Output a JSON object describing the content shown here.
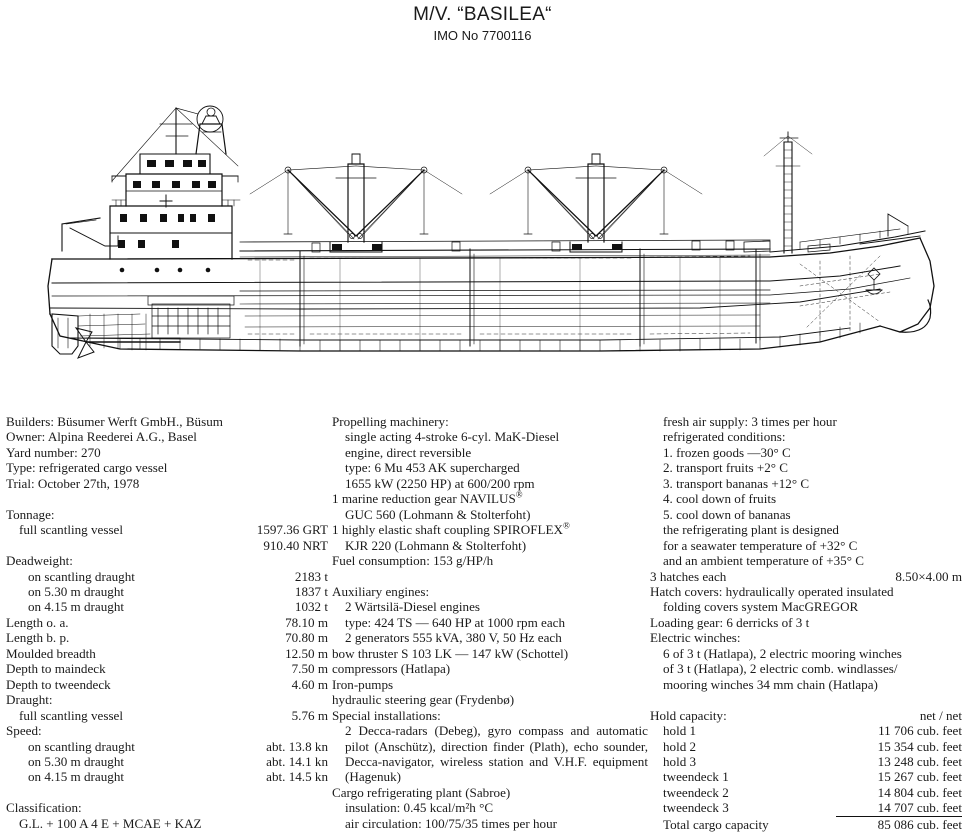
{
  "header": {
    "title": "M/V. “BASILEA“",
    "imo": "IMO No 7700116"
  },
  "drawing": {
    "name": "ship-profile-line-drawing",
    "description": "Side elevation general arrangement of refrigerated cargo vessel with superstructure aft, three cargo holds, two derrick masts, foremast and bulbous bow"
  },
  "left_column": {
    "builders": "Builders: Büsumer Werft GmbH., Büsum",
    "owner": "Owner: Alpina Reederei A.G., Basel",
    "yard_number": "Yard number: 270",
    "type": "Type: refrigerated cargo vessel",
    "trial": "Trial: October 27th, 1978",
    "tonnage_heading": "Tonnage:",
    "tonnage_rows": [
      {
        "label": "full scantling vessel",
        "value": "1597.36 GRT"
      },
      {
        "label": "",
        "value": "910.40 NRT"
      }
    ],
    "deadweight_heading": "Deadweight:",
    "deadweight_rows": [
      {
        "label": "on scantling draught",
        "value": "2183 t"
      },
      {
        "label": "on 5.30 m draught",
        "value": "1837 t"
      },
      {
        "label": "on 4.15 m draught",
        "value": "1032 t"
      }
    ],
    "dimension_rows": [
      {
        "label": "Length o. a.",
        "value": "78.10 m"
      },
      {
        "label": "Length b. p.",
        "value": "70.80 m"
      },
      {
        "label": "Moulded breadth",
        "value": "12.50 m"
      },
      {
        "label": "Depth to maindeck",
        "value": "7.50 m"
      },
      {
        "label": "Depth to tweendeck",
        "value": "4.60 m"
      }
    ],
    "draught_heading": "Draught:",
    "draught_rows": [
      {
        "label": "full scantling vessel",
        "value": "5.76 m"
      }
    ],
    "speed_heading": "Speed:",
    "speed_rows": [
      {
        "label": "on scantling draught",
        "value": "abt. 13.8 kn"
      },
      {
        "label": "on 5.30 m draught",
        "value": "abt. 14.1 kn"
      },
      {
        "label": "on 4.15 m draught",
        "value": "abt. 14.5 kn"
      }
    ],
    "classification_heading": "Classification:",
    "classification_value": "G.L. + 100 A 4 E + MCAE + KAZ"
  },
  "middle_column": {
    "propelling_heading": "Propelling machinery:",
    "propelling_lines": [
      "single acting 4-stroke 6-cyl. MaK-Diesel",
      "engine, direct reversible",
      "type: 6 Mu 453 AK supercharged",
      "1655 kW (2250 HP) at 600/200 rpm"
    ],
    "reduction_gear_line1": "1 marine reduction gear NAVILUS",
    "reduction_gear_line2": "GUC 560 (Lohmann & Stolterfoht)",
    "coupling_line1": "1 highly elastic shaft coupling SPIROFLEX",
    "coupling_line2": "KJR 220 (Lohmann & Stolterfoht)",
    "fuel_consumption": "Fuel consumption: 153 g/HP/h",
    "auxiliary_heading": "Auxiliary engines:",
    "auxiliary_lines": [
      "2 Wärtsilä-Diesel engines",
      "type: 424 TS — 640 HP at 1000 rpm each",
      "2 generators 555 kVA, 380 V, 50 Hz each"
    ],
    "bow_thruster": "bow thruster S 103 LK — 147 kW (Schottel)",
    "compressors": "compressors (Hatlapa)",
    "iron_pumps": "Iron-pumps",
    "steering_gear": "hydraulic steering gear (Frydenbø)",
    "special_heading": "Special installations:",
    "special_text": "2 Decca-radars (Debeg), gyro compass and automatic pilot (Anschütz), direction finder (Plath), echo sounder, Decca-navigator, wireless station and V.H.F. equipment (Hagenuk)",
    "cargo_plant": "Cargo refrigerating plant (Sabroe)",
    "insulation": "insulation: 0.45 kcal/m²h °C",
    "air_circulation": "air circulation: 100/75/35 times per hour"
  },
  "right_column": {
    "fresh_air": "fresh air supply: 3 times per hour",
    "refrigerated_heading": "refrigerated conditions:",
    "refrigerated_conditions": [
      "1. frozen goods —30° C",
      "2. transport fruits +2° C",
      "3. transport bananas +12° C",
      "4. cool down of fruits",
      "5. cool down of bananas"
    ],
    "plant_design_lines": [
      "the refrigerating plant is designed",
      "for a seawater temperature of +32° C",
      "and an ambient temperature of +35° C"
    ],
    "hatches_row": {
      "label": "3 hatches each",
      "value": "8.50×4.00 m"
    },
    "hatch_covers_line1": "Hatch covers: hydraulically operated insulated",
    "hatch_covers_line2": "folding covers system MacGREGOR",
    "loading_gear": "Loading gear: 6 derricks of 3 t",
    "electric_winches_heading": "Electric winches:",
    "electric_winches_lines": [
      "6 of 3 t (Hatlapa), 2 electric mooring winches",
      "of 3 t (Hatlapa), 2 electric comb. windlasses/",
      "mooring winches 34 mm chain (Hatlapa)"
    ],
    "hold_capacity_heading": "Hold capacity:",
    "hold_capacity_unit_header": "net / net",
    "hold_capacity_rows": [
      {
        "label": "hold 1",
        "value": "11 706 cub. feet"
      },
      {
        "label": "hold 2",
        "value": "15 354 cub. feet"
      },
      {
        "label": "hold 3",
        "value": "13 248 cub. feet"
      },
      {
        "label": "tweendeck 1",
        "value": "15 267 cub. feet"
      },
      {
        "label": "tweendeck 2",
        "value": "14 804 cub. feet"
      },
      {
        "label": "tweendeck 3",
        "value": "14 707 cub. feet"
      }
    ],
    "total_row": {
      "label": "Total cargo capacity",
      "value": "85 086 cub. feet"
    }
  }
}
